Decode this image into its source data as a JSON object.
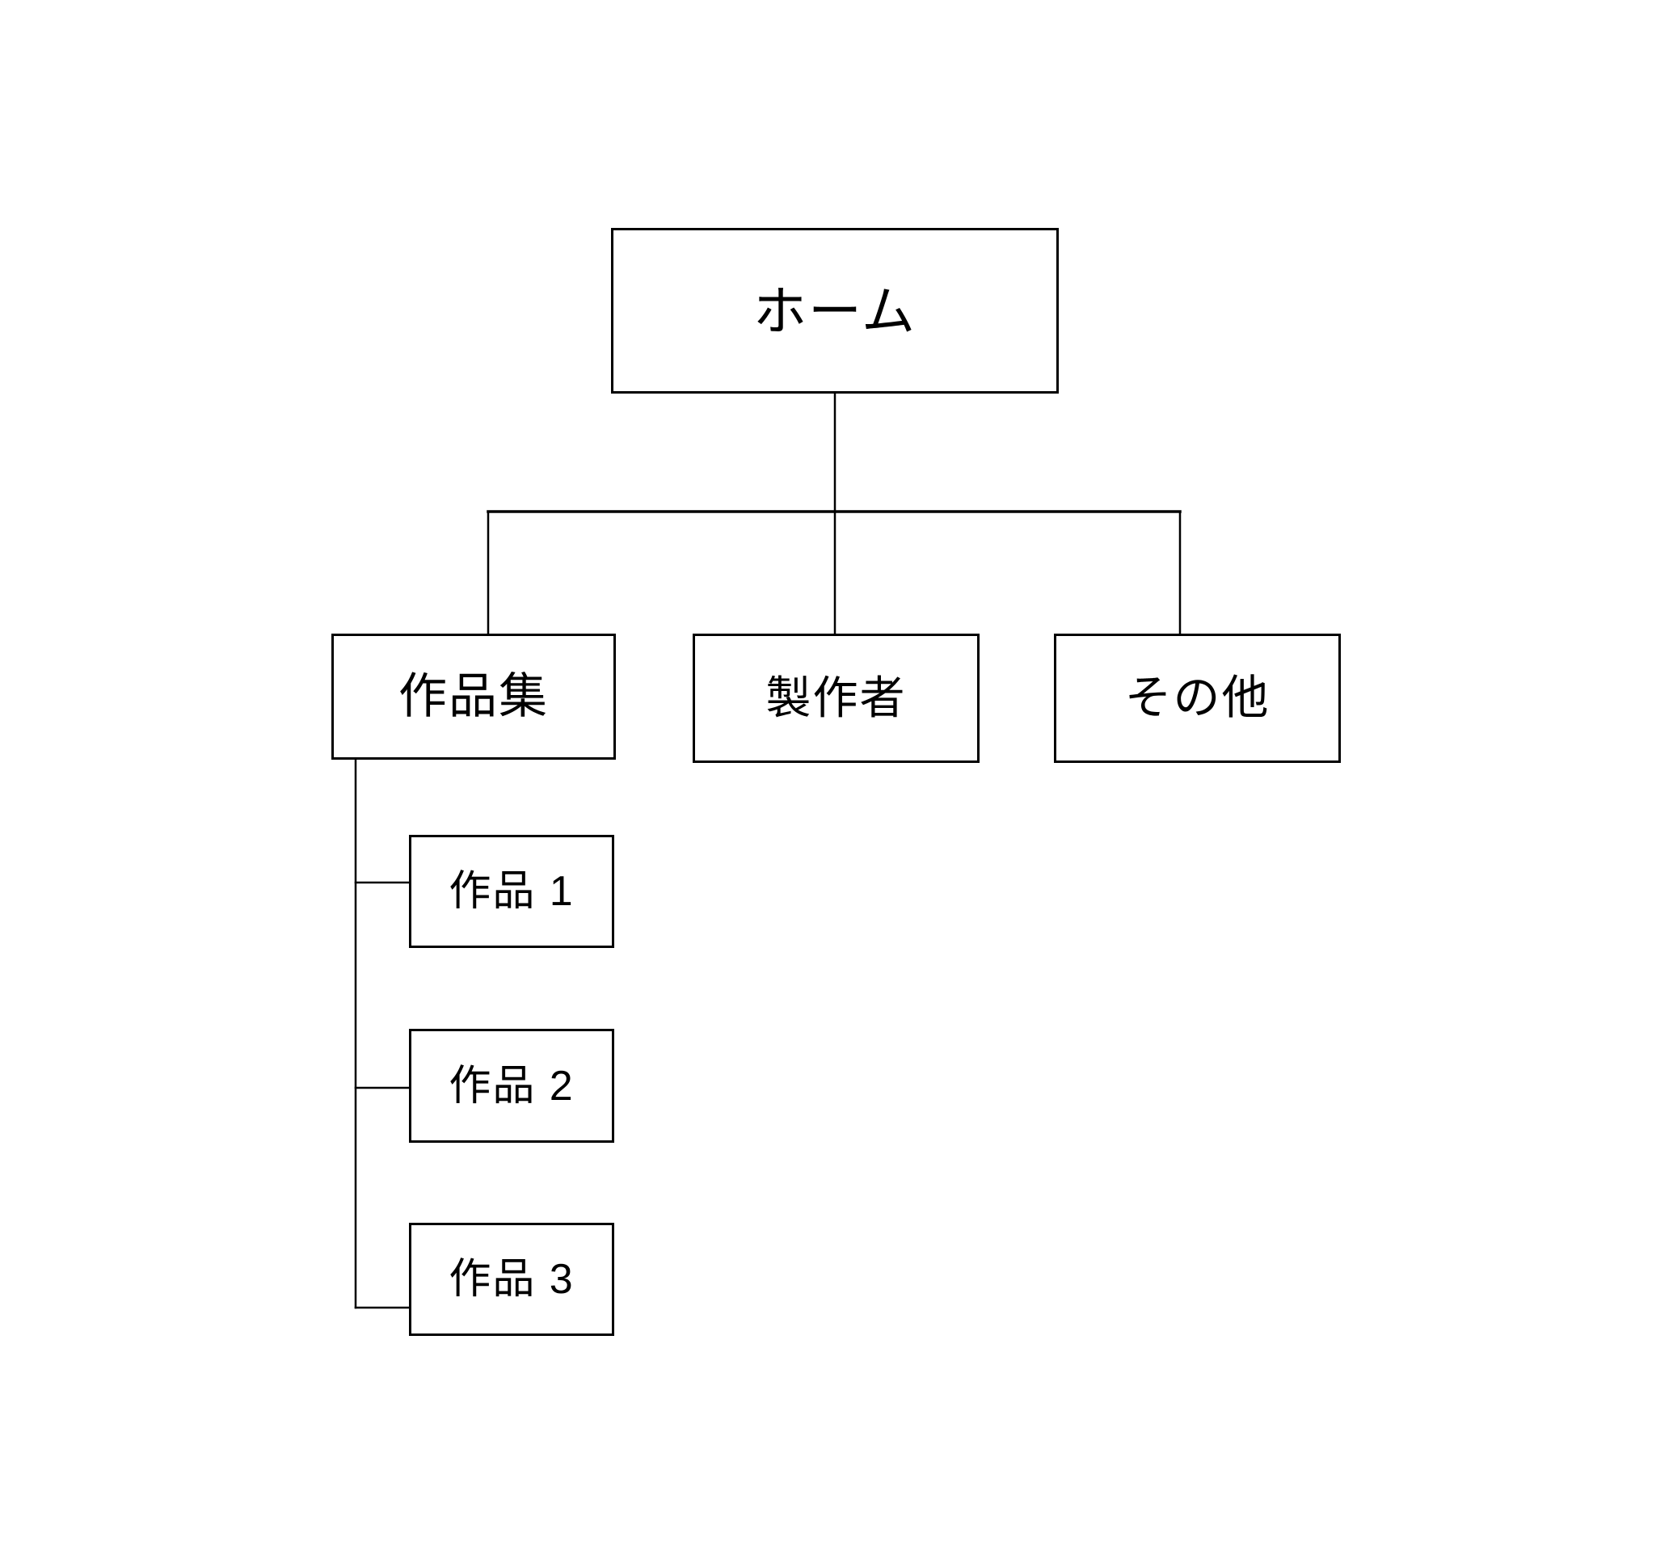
{
  "diagram": {
    "type": "sitemap-tree",
    "colors": {
      "background": "#ffffff",
      "line": "#000000",
      "text": "#000000",
      "node_fill": "#ffffff"
    },
    "tree": {
      "root": {
        "label": "ホーム",
        "children": [
          {
            "label": "作品集",
            "children": [
              {
                "label": "作品 1"
              },
              {
                "label": "作品 2"
              },
              {
                "label": "作品 3"
              }
            ]
          },
          {
            "label": "製作者",
            "children": []
          },
          {
            "label": "その他",
            "children": []
          }
        ]
      }
    }
  }
}
